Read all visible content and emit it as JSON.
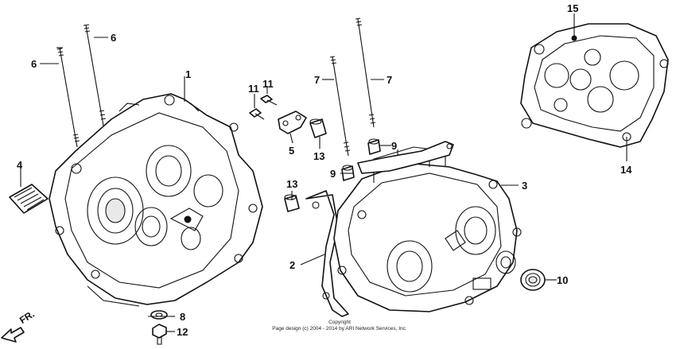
{
  "diagram": {
    "callouts": {
      "c1": "1",
      "c2": "2",
      "c3": "3",
      "c4": "4",
      "c5": "5",
      "c6a": "6",
      "c6b": "6",
      "c7a": "7",
      "c7b": "7",
      "c8": "8",
      "c9a": "9",
      "c9b": "9",
      "c10": "10",
      "c11a": "11",
      "c11b": "11",
      "c12": "12",
      "c13a": "13",
      "c13b": "13",
      "c14": "14",
      "c15": "15"
    },
    "direction_label": "FR.",
    "copyright_line1": "Copyright",
    "copyright_line2": "Page design (c) 2004 - 2014 by ARI Network Services, Inc."
  }
}
